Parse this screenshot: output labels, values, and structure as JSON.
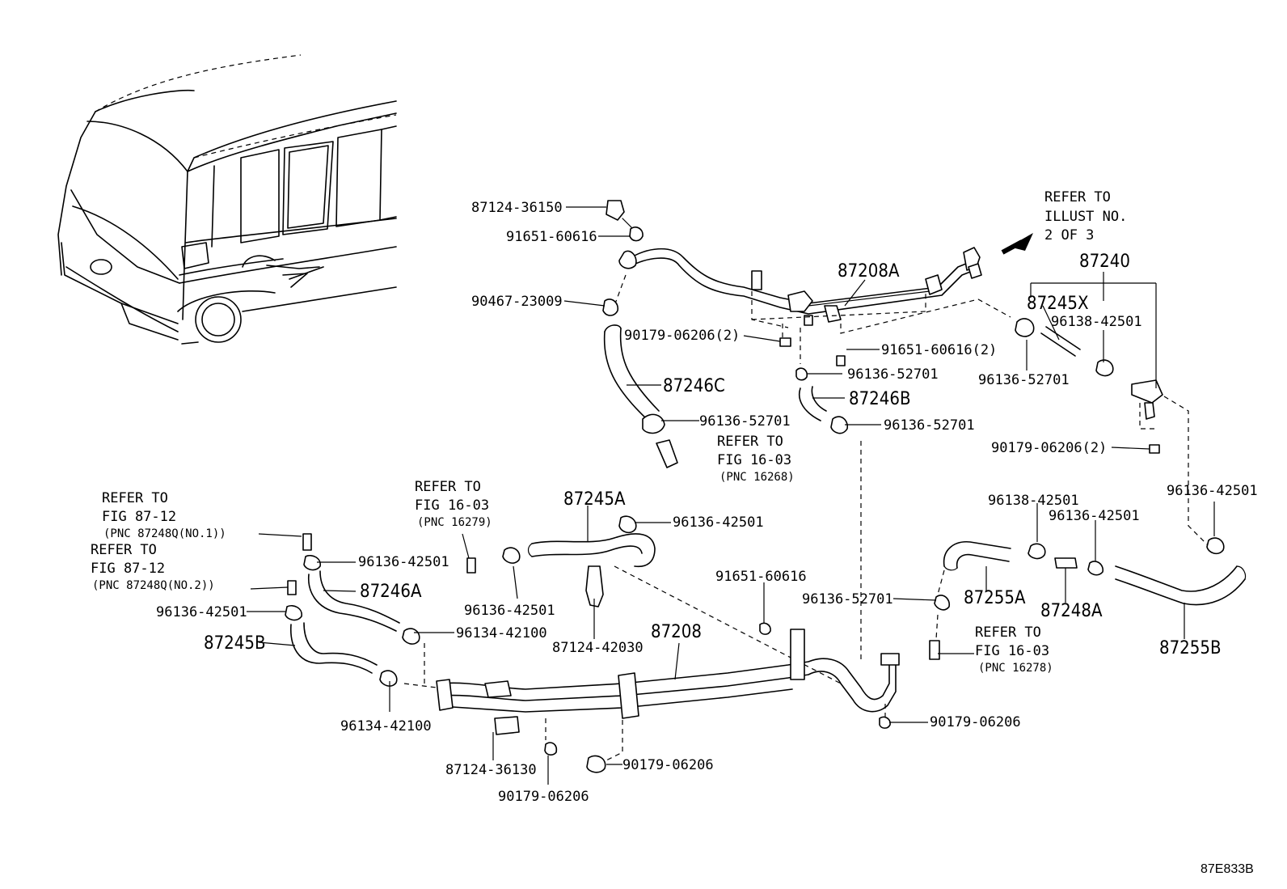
{
  "diagram_code": "87E833B",
  "labels": {
    "p87124_36150": "87124-36150",
    "p91651_60616": "91651-60616",
    "p90467_23009": "90467-23009",
    "p90179_06206_2a": "90179-06206(2)",
    "p87246C": "87246C",
    "p96136_52701_a": "96136-52701",
    "p87208A": "87208A",
    "p91651_60616_2": "91651-60616(2)",
    "p96136_52701_b": "96136-52701",
    "p87246B": "87246B",
    "p96136_52701_c": "96136-52701",
    "p87240": "87240",
    "p87245X": "87245X",
    "p96138_42501_a": "96138-42501",
    "p96136_52701_d": "96136-52701",
    "p90179_06206_2b": "90179-06206(2)",
    "p96136_42501_r": "96136-42501",
    "p87245A": "87245A",
    "p96136_42501_a": "96136-42501",
    "p96136_42501_b": "96136-42501",
    "p96136_42501_c": "96136-42501",
    "p87246A": "87246A",
    "p96136_42501_d": "96136-42501",
    "p96134_42100_a": "96134-42100",
    "p87245B": "87245B",
    "p96134_42100_b": "96134-42100",
    "p87124_42030": "87124-42030",
    "p87208": "87208",
    "p91651_60616_c": "91651-60616",
    "p96136_52701_e": "96136-52701",
    "p87255A": "87255A",
    "p96138_42501_b": "96138-42501",
    "p96136_42501_e": "96136-42501",
    "p87248A": "87248A",
    "p87255B": "87255B",
    "p90179_06206_a": "90179-06206",
    "p87124_36130": "87124-36130",
    "p90179_06206_b": "90179-06206",
    "p90179_06206_c": "90179-06206"
  },
  "refs": {
    "illust": [
      "REFER TO",
      "ILLUST NO.",
      "2 OF 3"
    ],
    "fig16_03_a": [
      "REFER TO",
      "FIG 16-03",
      "(PNC 16268)"
    ],
    "fig16_03_b": [
      "REFER TO",
      "FIG 16-03",
      "(PNC 16279)"
    ],
    "fig87_12_a": [
      "REFER TO",
      "FIG 87-12",
      "(PNC 87248Q(NO.1))"
    ],
    "fig87_12_b": [
      "REFER TO",
      "FIG 87-12",
      "(PNC 87248Q(NO.2))"
    ],
    "fig16_03_c": [
      "REFER TO",
      "FIG 16-03",
      "(PNC 16278)"
    ]
  }
}
